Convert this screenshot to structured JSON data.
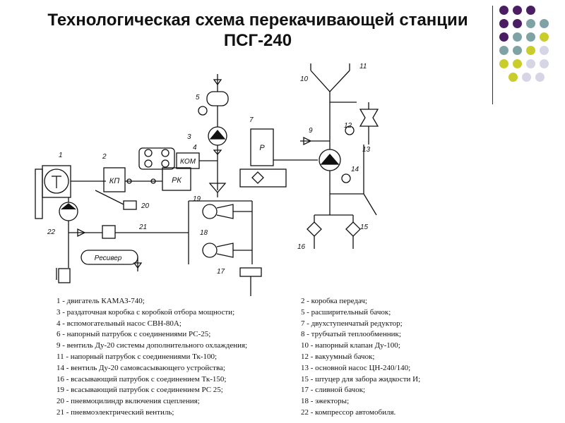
{
  "title": {
    "line1": "Технологическая схема перекачивающей станции",
    "line2": "ПСГ-240"
  },
  "palette": {
    "purple": "#4b1e64",
    "teal": "#7fa3a4",
    "olive": "#c9cd2b",
    "lavender": "#d6d5e6"
  },
  "scheme": {
    "box_kp": "КП",
    "box_kom": "КОМ",
    "box_rk": "РК",
    "box_p": "Р",
    "receiver": "Ресивер",
    "numbers": [
      "1",
      "2",
      "3",
      "4",
      "5",
      "7",
      "9",
      "10",
      "11",
      "12",
      "13",
      "14",
      "15",
      "16",
      "17",
      "18",
      "19",
      "20",
      "21",
      "22"
    ]
  },
  "legend": {
    "left": [
      "1 - двигатель  КАМАЗ-740;",
      "3 - раздаточная коробка с коробкой отбора мощности;",
      "4 - вспомогательный насос СВН-80А;",
      "6 - напорный патрубок с соединениями РС-25;",
      "9 - вентиль  Ду-20 системы дополнительного  охлаждения;",
      "11 - напорный патрубок с соединениями Тк-100;",
      "14 - вентиль  Ду-20 самовсасывающего устройства;",
      "16 - всасывающий патрубок с соединением Тк-150;",
      "19 - всасывающий патрубок с соединением РС  25;",
      "20 - пневмоцилиндр включения  сцепления;",
      "21 - пневмоэлектрический вентиль;"
    ],
    "right": [
      "2 - коробка передач;",
      "5 - расширительный  бачок;",
      "7 - двухступенчатый  редуктор;",
      "8 - трубчатый теплообменник;",
      "10 - напорный клапан  Ду-100;",
      "12 - вакуумный бачок;",
      "13 - основной насос ЦН-240/140;",
      "15 - штуцер для забора жидкости  И;",
      "17 - сливной бачок;",
      "18 - эжекторы;",
      "22 - компрессор автомобиля."
    ]
  }
}
